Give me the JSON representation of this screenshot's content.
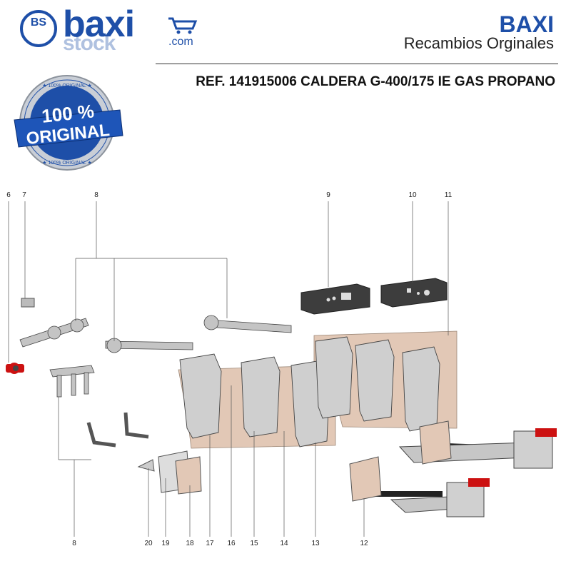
{
  "header": {
    "logo_letters": "BS",
    "logo_word": "baxi",
    "logo_stock": "stock",
    "logo_domain": ".com",
    "brand": "BAXI",
    "subtitle": "Recambios Orginales",
    "reference": "REF. 141915006 CALDERA G-400/175 IE GAS PROPANO"
  },
  "badge": {
    "main_top": "100 %",
    "main_bottom": "ORIGINAL",
    "ring_text": "100% ORIGINAL"
  },
  "diagram": {
    "callouts_top": [
      "6",
      "7",
      "8",
      "9",
      "10",
      "11"
    ],
    "callouts_bottom": [
      "8",
      "20",
      "19",
      "18",
      "17",
      "16",
      "15",
      "14",
      "13",
      "12"
    ]
  },
  "colors": {
    "brand_blue": "#1e4fa8",
    "insulation": "#e2c8b6",
    "pump_red": "#cc1111"
  }
}
